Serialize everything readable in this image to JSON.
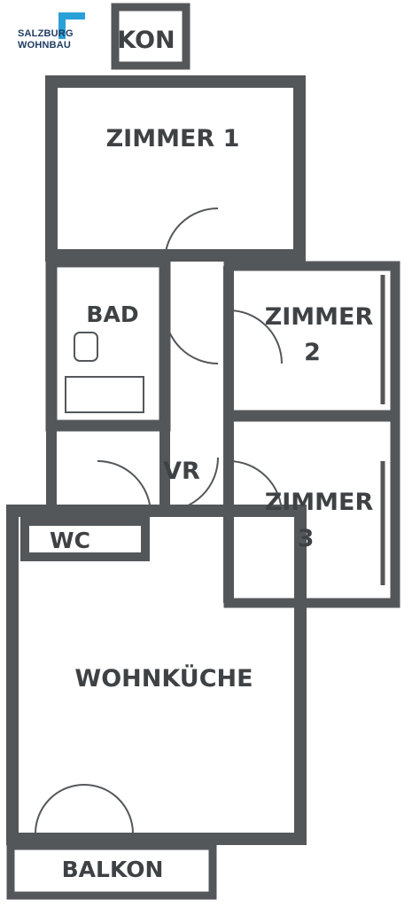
{
  "logo": {
    "line1": "SALZBURG",
    "line2": "WOHNBAU",
    "colors": {
      "text": "#1f3c63",
      "accent": "#2aa0d8"
    }
  },
  "rooms": {
    "zimmer1": "ZIMMER 1",
    "zimmer2_line1": "ZIMMER",
    "zimmer2_line2": "2",
    "bad": "BAD",
    "vr": "VR",
    "zimmer3_line1": "ZIMMER",
    "zimmer3_line2": "3",
    "wc": "WC",
    "wohnkueche": "WOHNKÜCHE",
    "balkon_bottom": "BALKON",
    "balkon_top": "KON"
  },
  "colors": {
    "wall": "#54575a",
    "label": "#3f4244",
    "background": "#ffffff"
  }
}
